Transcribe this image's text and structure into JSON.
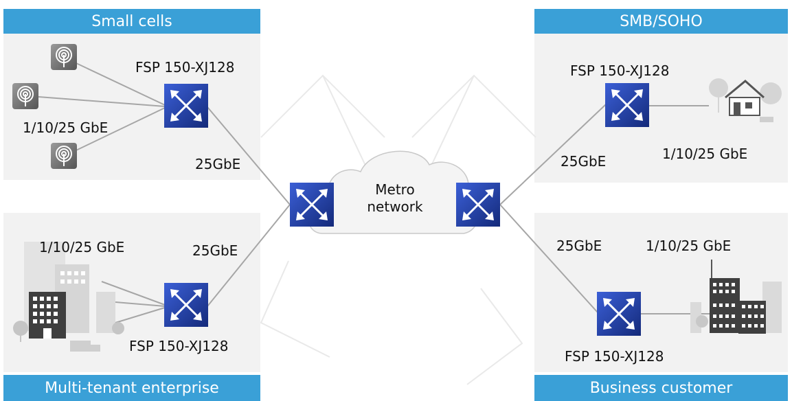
{
  "banners": {
    "small_cells": "Small cells",
    "smb_soho": "SMB/SOHO",
    "multi_tenant": "Multi-tenant enterprise",
    "business": "Business customer"
  },
  "labels": {
    "sc_device": "FSP 150-XJ128",
    "sc_access": "1/10/25 GbE",
    "sc_uplink": "25GbE",
    "mt_access": "1/10/25 GbE",
    "mt_uplink": "25GbE",
    "mt_device": "FSP 150-XJ128",
    "smb_device": "FSP 150-XJ128",
    "smb_uplink": "25GbE",
    "smb_access": "1/10/25 GbE",
    "biz_uplink": "25GbE",
    "biz_access": "1/10/25 GbE",
    "biz_device": "FSP 150-XJ128",
    "metro_line1": "Metro",
    "metro_line2": "network"
  },
  "colors": {
    "panel": "#f2f2f2",
    "banner": "#3aa0d7",
    "switch": "#1f3c9e",
    "link": "#a6a6a6",
    "cloud": "#f4f4f4"
  },
  "icons": {
    "switch": "router-cross-arrows-icon",
    "antenna": "antenna-tower-icon",
    "building": "office-building-icon",
    "house": "house-icon",
    "cloud": "cloud-icon"
  }
}
